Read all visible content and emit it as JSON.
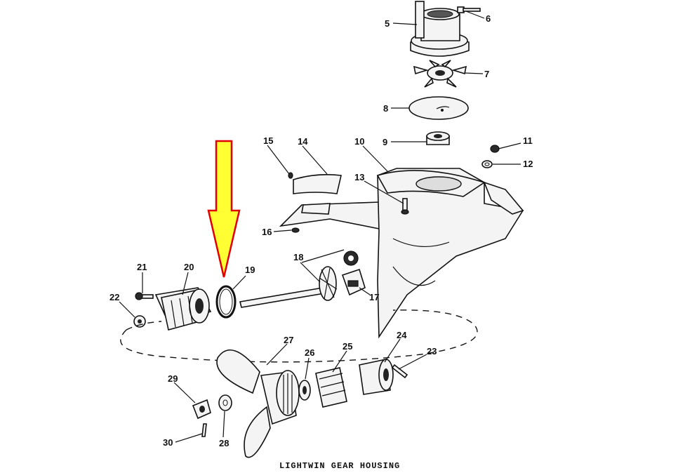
{
  "diagram": {
    "caption": "LIGHTWIN GEAR HOUSING",
    "highlight": {
      "color": "#ffff33",
      "outline": "#e00000"
    },
    "part_labels": [
      "5",
      "6",
      "7",
      "8",
      "9",
      "10",
      "11",
      "12",
      "13",
      "14",
      "15",
      "16",
      "17",
      "18",
      "19",
      "20",
      "21",
      "22",
      "23",
      "24",
      "25",
      "26",
      "27",
      "28",
      "29",
      "30"
    ]
  }
}
